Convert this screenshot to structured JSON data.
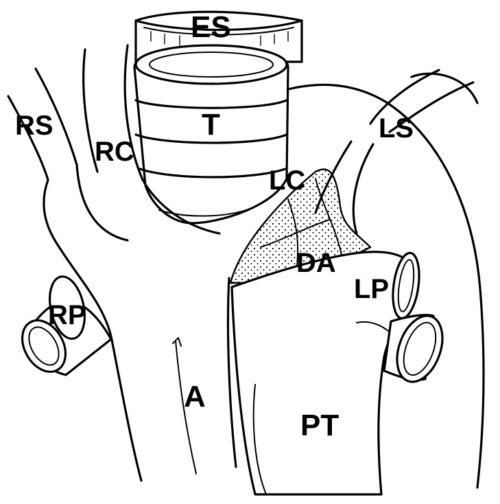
{
  "labels": {
    "es": "ES",
    "t": "T",
    "rs": "RS",
    "rc": "RC",
    "lc": "LC",
    "ls": "LS",
    "da": "DA",
    "lp": "LP",
    "rp": "RP",
    "a": "A",
    "pt": "PT"
  }
}
